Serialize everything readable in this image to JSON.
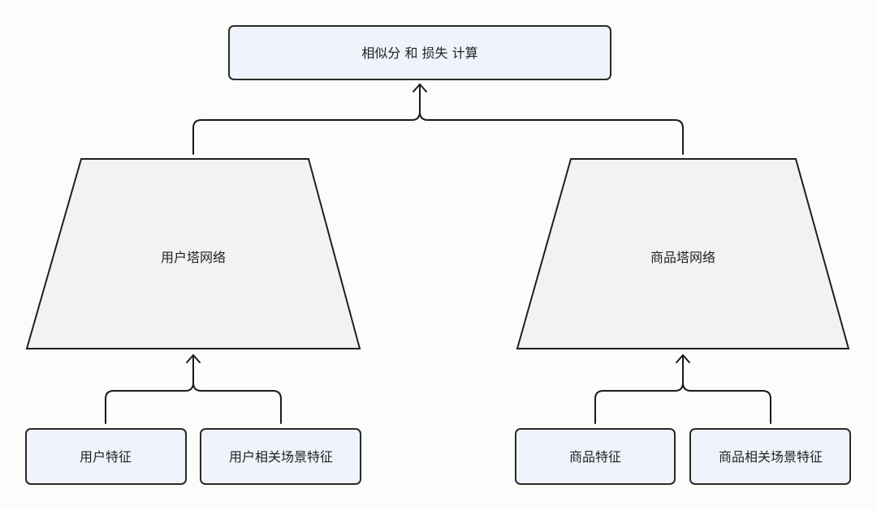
{
  "diagram": {
    "top_box": {
      "label": "相似分 和 损失 计算"
    },
    "user_tower": {
      "label": "用户塔网络"
    },
    "item_tower": {
      "label": "商品塔网络"
    },
    "inputs": {
      "user_features": {
        "label": "用户特征"
      },
      "user_scene_features": {
        "label": "用户相关场景特征"
      },
      "item_features": {
        "label": "商品特征"
      },
      "item_scene_features": {
        "label": "商品相关场景特征"
      }
    }
  }
}
